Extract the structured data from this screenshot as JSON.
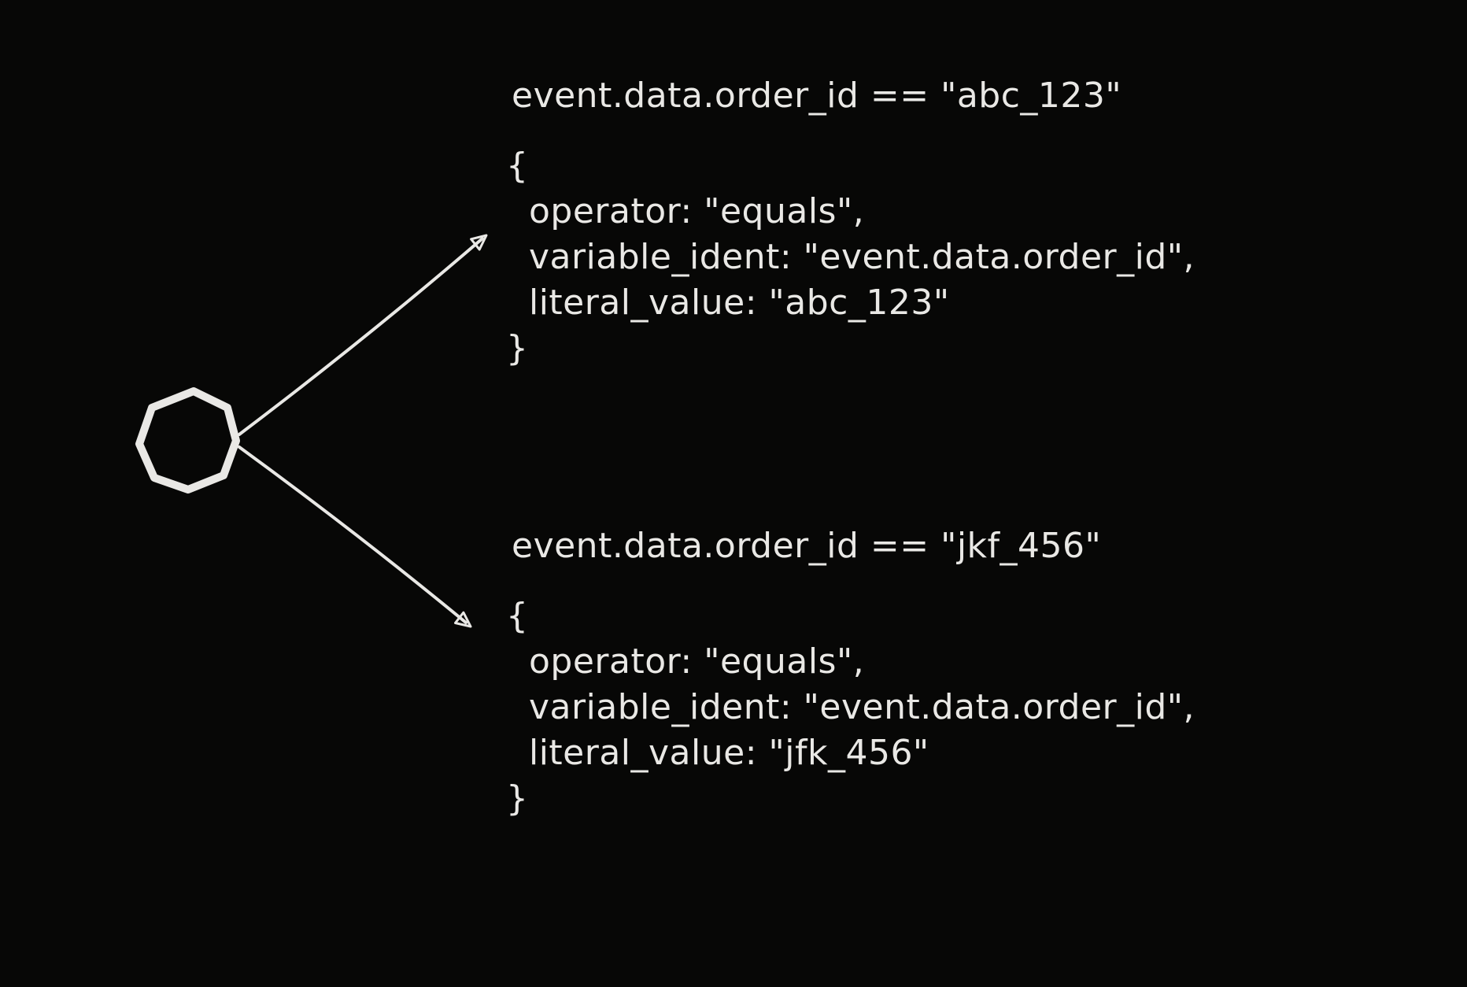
{
  "diagram": {
    "background_color": "#070706",
    "ink_color": "#e9e8e5",
    "node": {
      "type": "circle-node",
      "style": "hand-drawn outline"
    },
    "branches": [
      {
        "condition": "event.data.order_id == \"abc_123\"",
        "code_lines": [
          "{",
          "  operator: \"equals\",",
          "  variable_ident: \"event.data.order_id\",",
          "  literal_value: \"abc_123\"",
          "}"
        ]
      },
      {
        "condition": "event.data.order_id == \"jkf_456\"",
        "code_lines": [
          "{",
          "  operator: \"equals\",",
          "  variable_ident: \"event.data.order_id\",",
          "  literal_value: \"jfk_456\"",
          "}"
        ]
      }
    ]
  }
}
